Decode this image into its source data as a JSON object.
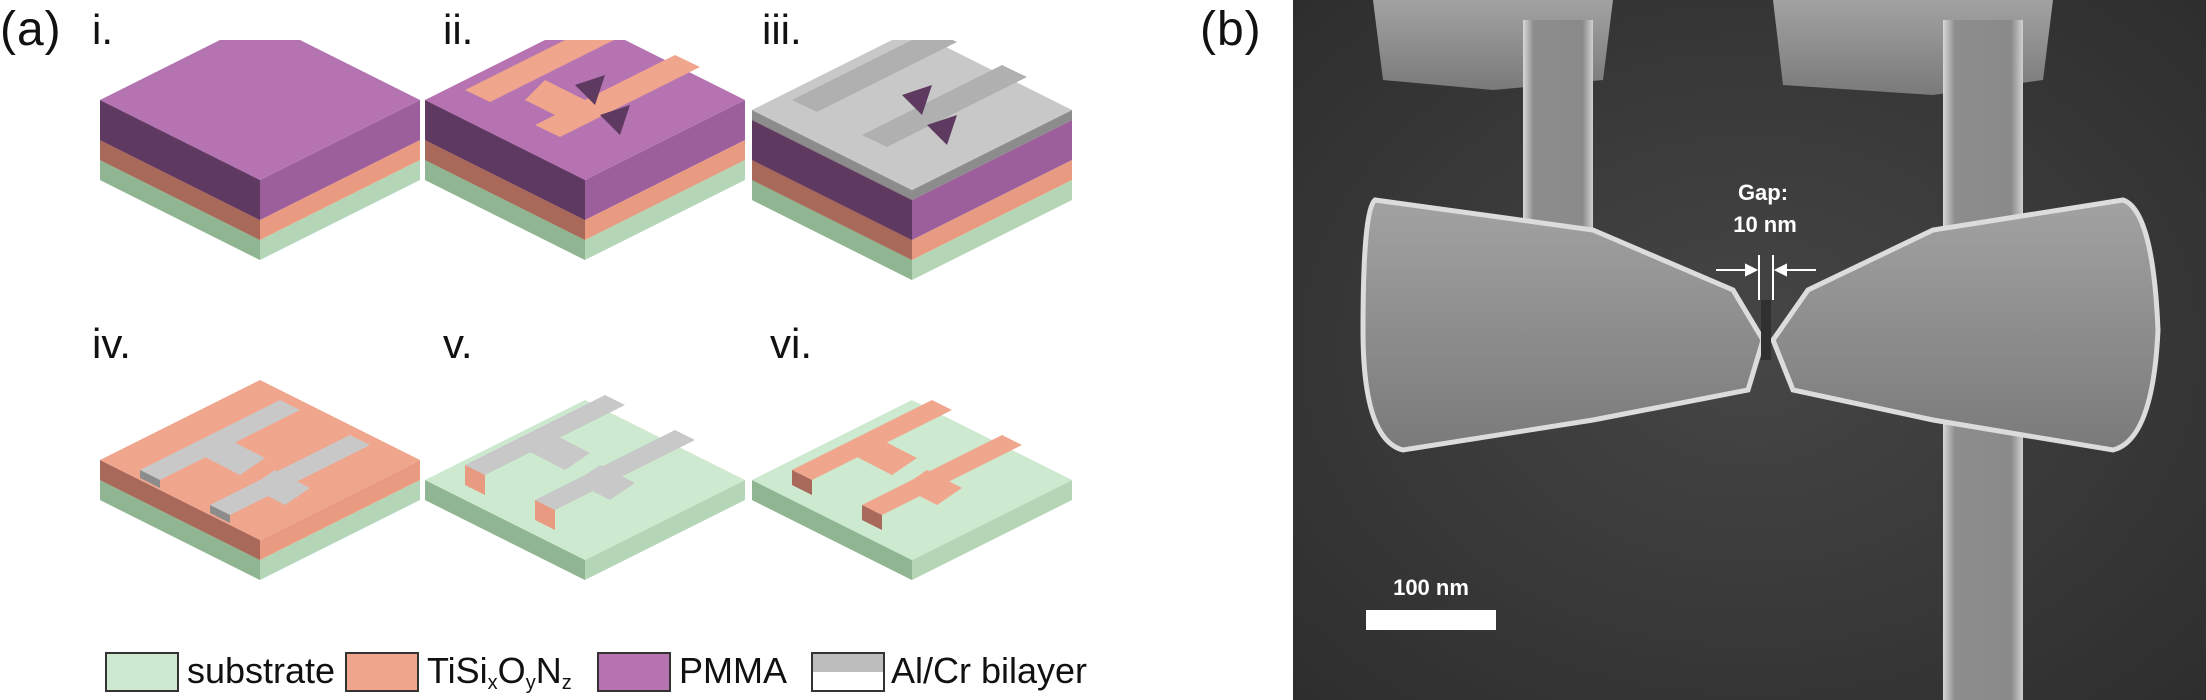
{
  "panel_a": {
    "label": "(a)",
    "steps": [
      {
        "label": "i."
      },
      {
        "label": "ii."
      },
      {
        "label": "iii."
      },
      {
        "label": "iv."
      },
      {
        "label": "v."
      },
      {
        "label": "vi."
      }
    ]
  },
  "panel_b": {
    "label": "(b)",
    "gap_title": "Gap:",
    "gap_value": "10 nm",
    "scale_bar_label": "100 nm"
  },
  "legend": {
    "substrate": {
      "label": "substrate",
      "color": "#cde9cf"
    },
    "tisi": {
      "base": "TiSi",
      "sub1": "x",
      "mid1": "O",
      "sub2": "y",
      "mid2": "N",
      "sub3": "z",
      "color": "#f0a68c"
    },
    "pmma": {
      "label": "PMMA",
      "color": "#b573b2"
    },
    "alcr": {
      "label": "Al/Cr bilayer",
      "color": "#bdbdbd"
    }
  },
  "colors": {
    "pmma_top": "#b573b2",
    "pmma_left": "#5e3a60",
    "pmma_right": "#9c5f9c",
    "tisi_top": "#f0a68c",
    "tisi_left": "#a8685a",
    "tisi_right": "#e99b82",
    "substrate_top": "#cde9cf",
    "substrate_left": "#8fb593",
    "substrate_right": "#b4d6b7",
    "metal_top": "#c8c8c8",
    "metal_side": "#8c8c8c",
    "sem_background": "#3b3b3b"
  }
}
